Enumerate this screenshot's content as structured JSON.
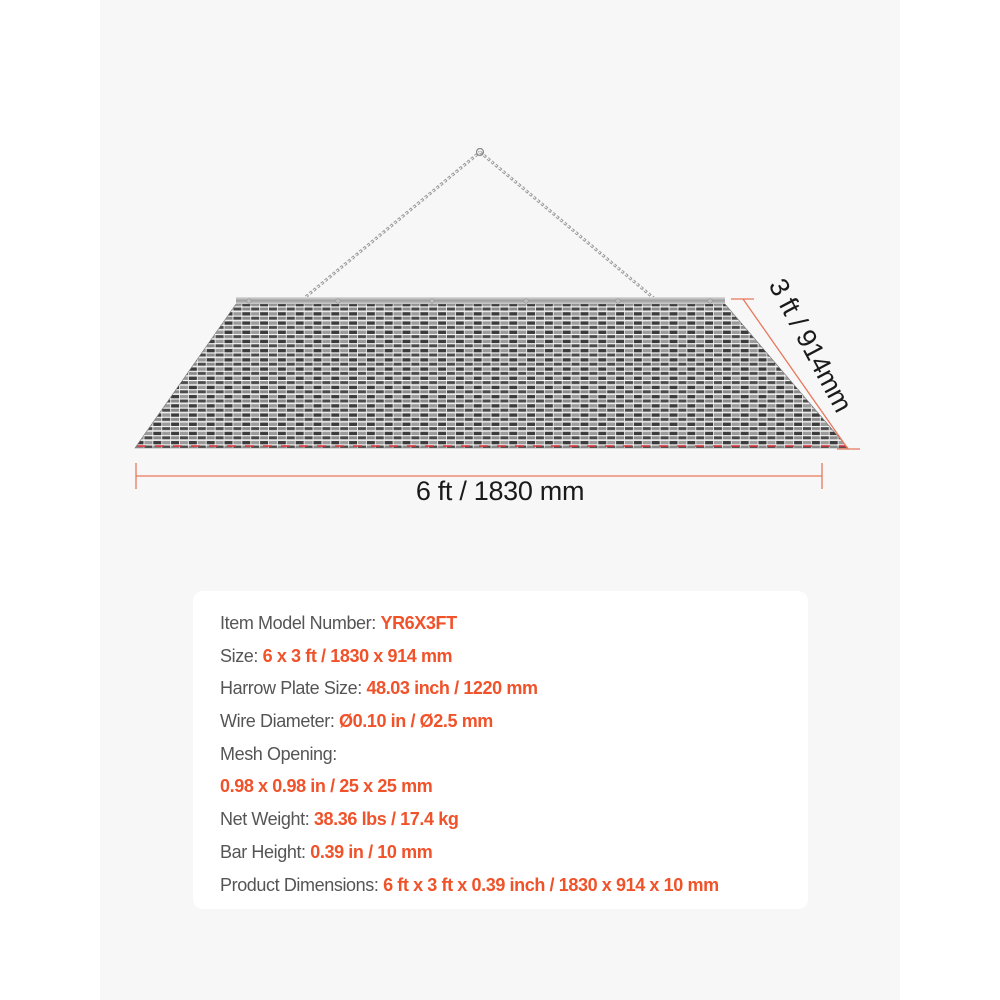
{
  "colors": {
    "accent": "#f0522a",
    "label_text": "#555555",
    "dimension_line": "#e8775a",
    "panel_bg": "#f7f7f7",
    "card_bg": "#ffffff"
  },
  "product_image": {
    "subject": "drag-harrow-mesh-mat",
    "icon": "chain-harrow-illustration"
  },
  "dimensions": {
    "width_label": "6 ft / 1830 mm",
    "depth_label": "3 ft / 914mm"
  },
  "specs": [
    {
      "label": "Item Model Number: ",
      "value": "YR6X3FT"
    },
    {
      "label": "Size: ",
      "value": "6 x 3 ft / 1830 x 914 mm"
    },
    {
      "label": "Harrow Plate Size: ",
      "value": "48.03 inch / 1220 mm"
    },
    {
      "label": "Wire Diameter: ",
      "value": "Ø0.10 in / Ø2.5 mm"
    },
    {
      "label": "Mesh Opening:",
      "value": ""
    },
    {
      "label": "",
      "value": "0.98 x 0.98 in / 25 x 25 mm"
    },
    {
      "label": "Net Weight: ",
      "value": "38.36 lbs / 17.4 kg"
    },
    {
      "label": "Bar Height: ",
      "value": "0.39 in / 10 mm"
    },
    {
      "label": "Product Dimensions: ",
      "value": "6 ft x 3 ft x 0.39 inch / 1830 x 914 x 10 mm"
    }
  ]
}
